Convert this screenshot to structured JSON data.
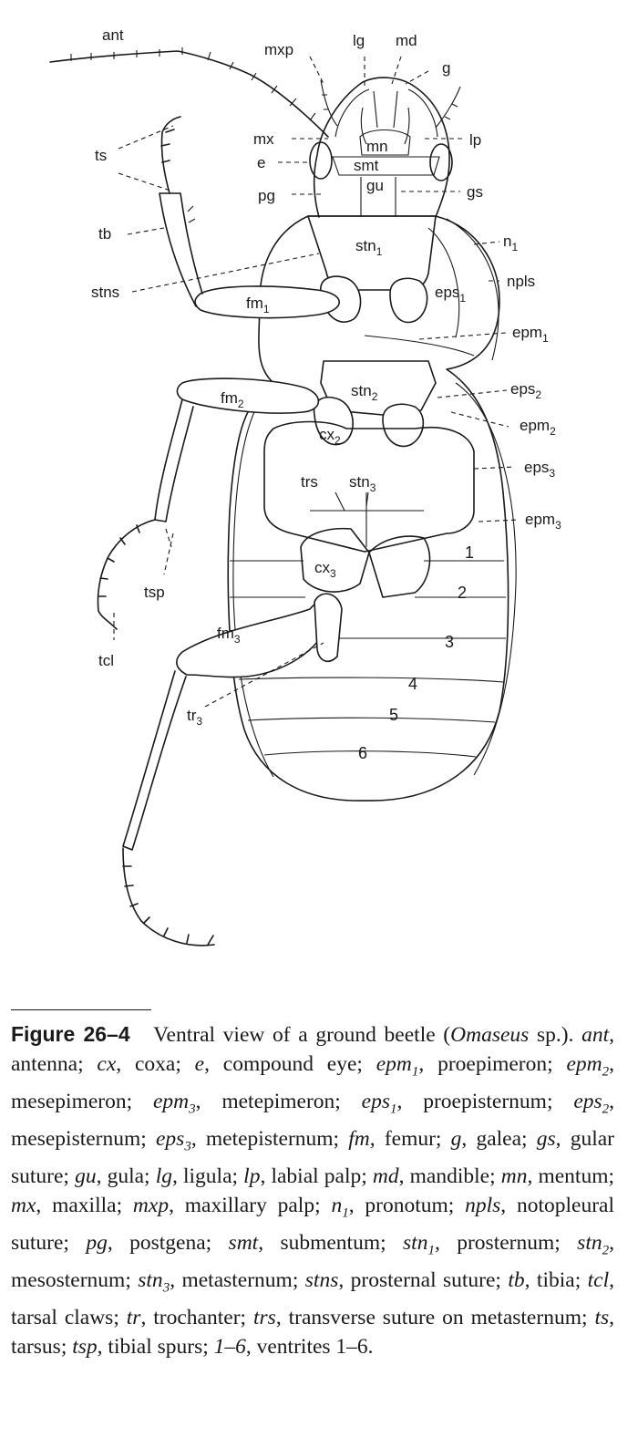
{
  "labels": {
    "ant": "ant",
    "mxp": "mxp",
    "lg": "lg",
    "md": "md",
    "g": "g",
    "mx": "mx",
    "mn": "mn",
    "lp": "lp",
    "e": "e",
    "smt": "smt",
    "gu": "gu",
    "gs": "gs",
    "pg": "pg",
    "ts": "ts",
    "tb": "tb",
    "stn1": "stn",
    "n1": "n",
    "npls": "npls",
    "stns": "stns",
    "fm1": "fm",
    "eps1": "eps",
    "epm1": "epm",
    "fm2": "fm",
    "stn2": "stn",
    "eps2": "eps",
    "cx2": "cx",
    "epm2": "epm",
    "eps3": "eps",
    "trs": "trs",
    "stn3": "stn",
    "epm3": "epm",
    "cx3": "cx",
    "tsp": "tsp",
    "fm3": "fm",
    "tcl": "tcl",
    "tr3": "tr",
    "v1": "1",
    "v2": "2",
    "v3": "3",
    "v4": "4",
    "v5": "5",
    "v6": "6"
  },
  "subscripts": {
    "one": "1",
    "two": "2",
    "three": "3"
  },
  "caption": {
    "figure_label": "Figure 26–4",
    "lead": "Ventral view of a ground beetle (",
    "genus": "Omaseus",
    "after_genus": " sp.). ",
    "entries": [
      {
        "abbr": "ant",
        "sub": "",
        "desc": "antenna"
      },
      {
        "abbr": "cx",
        "sub": "",
        "desc": "coxa"
      },
      {
        "abbr": "e",
        "sub": "",
        "desc": "compound eye"
      },
      {
        "abbr": "epm",
        "sub": "1",
        "desc": "proepimeron"
      },
      {
        "abbr": "epm",
        "sub": "2",
        "desc": "mesepimeron"
      },
      {
        "abbr": "epm",
        "sub": "3",
        "desc": "metepimeron"
      },
      {
        "abbr": "eps",
        "sub": "1",
        "desc": "proepisternum"
      },
      {
        "abbr": "eps",
        "sub": "2",
        "desc": "mesepisternum"
      },
      {
        "abbr": "eps",
        "sub": "3",
        "desc": "metepisternum"
      },
      {
        "abbr": "fm",
        "sub": "",
        "desc": "femur"
      },
      {
        "abbr": "g",
        "sub": "",
        "desc": "galea"
      },
      {
        "abbr": "gs",
        "sub": "",
        "desc": "gular suture"
      },
      {
        "abbr": "gu",
        "sub": "",
        "desc": "gula"
      },
      {
        "abbr": "lg",
        "sub": "",
        "desc": "ligula"
      },
      {
        "abbr": "lp",
        "sub": "",
        "desc": "labial palp"
      },
      {
        "abbr": "md",
        "sub": "",
        "desc": "mandible"
      },
      {
        "abbr": "mn",
        "sub": "",
        "desc": "mentum"
      },
      {
        "abbr": "mx",
        "sub": "",
        "desc": "maxilla"
      },
      {
        "abbr": "mxp",
        "sub": "",
        "desc": "maxillary palp"
      },
      {
        "abbr": "n",
        "sub": "1",
        "desc": "pronotum"
      },
      {
        "abbr": "npls",
        "sub": "",
        "desc": "notopleural suture"
      },
      {
        "abbr": "pg",
        "sub": "",
        "desc": "postgena"
      },
      {
        "abbr": "smt",
        "sub": "",
        "desc": "submentum"
      },
      {
        "abbr": "stn",
        "sub": "1",
        "desc": "prosternum"
      },
      {
        "abbr": "stn",
        "sub": "2",
        "desc": "mesosternum"
      },
      {
        "abbr": "stn",
        "sub": "3",
        "desc": "metasternum"
      },
      {
        "abbr": "stns",
        "sub": "",
        "desc": "prosternal suture"
      },
      {
        "abbr": "tb",
        "sub": "",
        "desc": "tibia"
      },
      {
        "abbr": "tcl",
        "sub": "",
        "desc": "tarsal claws"
      },
      {
        "abbr": "tr",
        "sub": "",
        "desc": "trochanter"
      },
      {
        "abbr": "trs",
        "sub": "",
        "desc": "transverse suture on metasternum"
      },
      {
        "abbr": "ts",
        "sub": "",
        "desc": "tarsus"
      },
      {
        "abbr": "tsp",
        "sub": "",
        "desc": "tibial spurs"
      },
      {
        "abbr": "1–6",
        "sub": "",
        "desc": "ventrites 1–6"
      }
    ]
  }
}
